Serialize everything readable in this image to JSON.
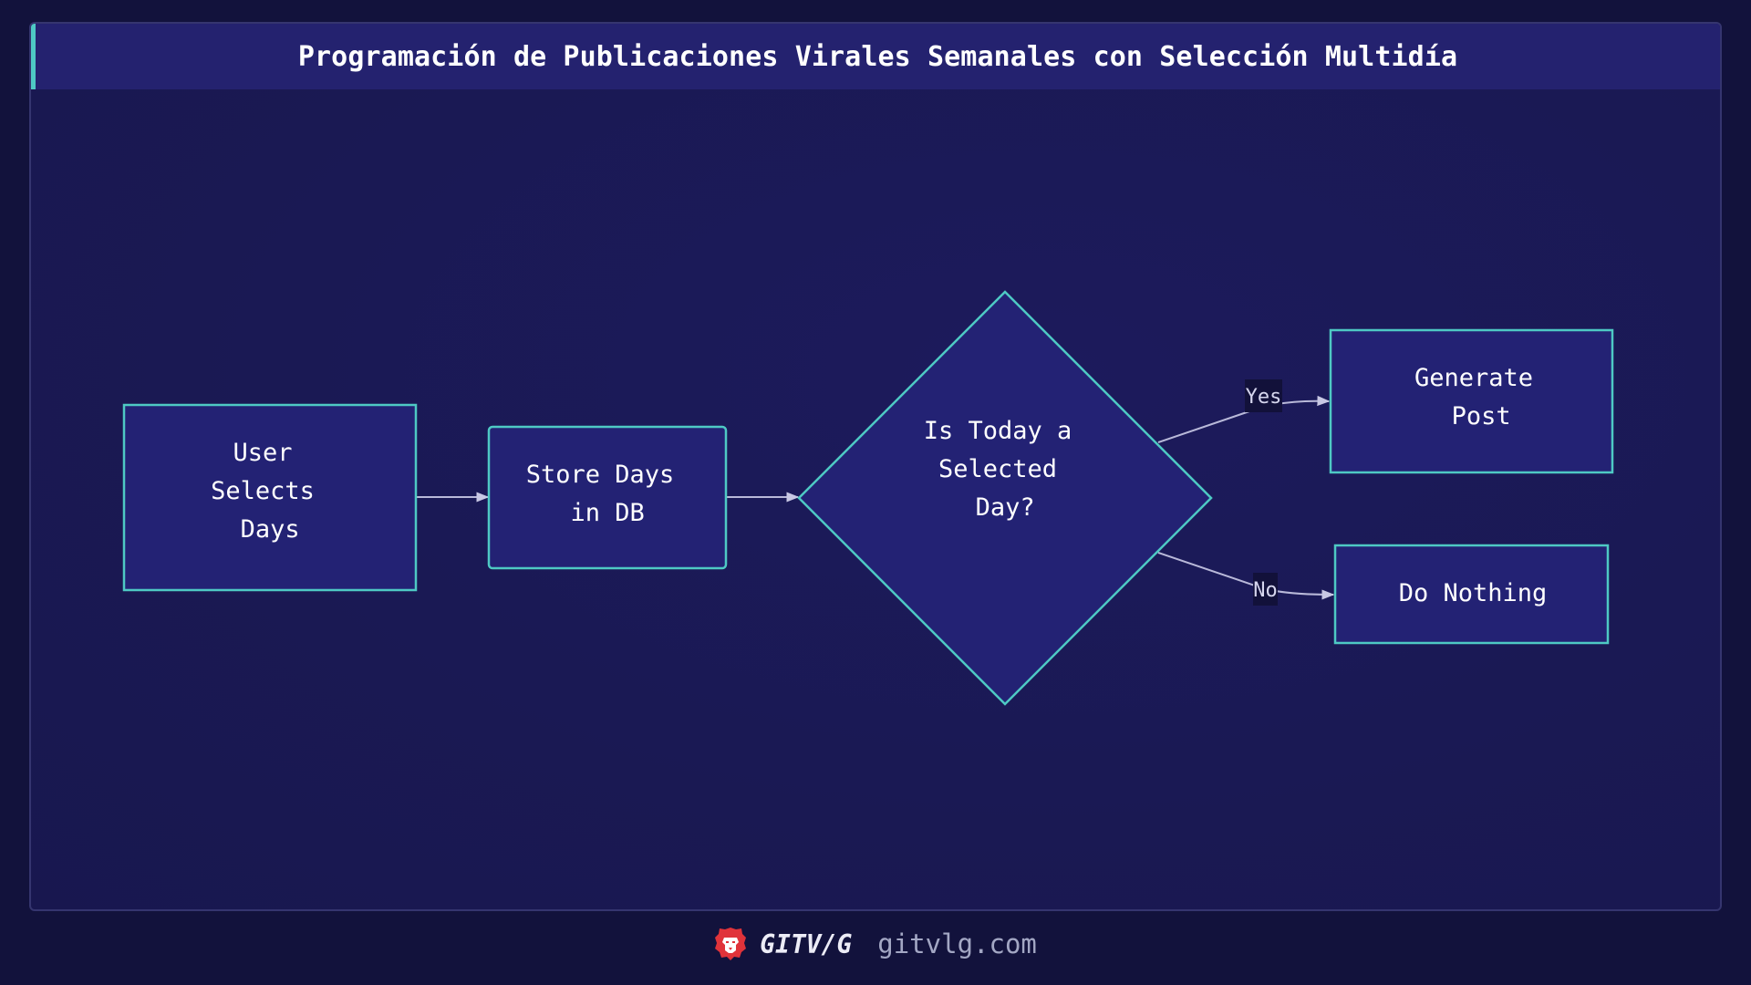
{
  "title": "Programación de Publicaciones Virales Semanales con Selección Multidía",
  "colors": {
    "node_fill": "#232274",
    "node_stroke": "#4ec9c4",
    "edge": "#b9b9d9",
    "label_bg": "#12113a",
    "accent": "#4ec9c4"
  },
  "nodes": {
    "user_selects_days": {
      "lines": [
        "User",
        "Selects",
        " Days"
      ]
    },
    "store_days": {
      "lines": [
        "Store Days",
        " in DB"
      ]
    },
    "decision": {
      "lines": [
        "Is Today a",
        "Selected",
        " Day?"
      ]
    },
    "generate_post": {
      "lines": [
        "Generate",
        " Post"
      ]
    },
    "do_nothing": {
      "lines": [
        "Do Nothing"
      ]
    }
  },
  "edges": {
    "yes_label": "Yes",
    "no_label": "No"
  },
  "footer": {
    "brand": "GITV/G",
    "site": "gitvlg.com",
    "logo_icon": "lion-icon"
  }
}
